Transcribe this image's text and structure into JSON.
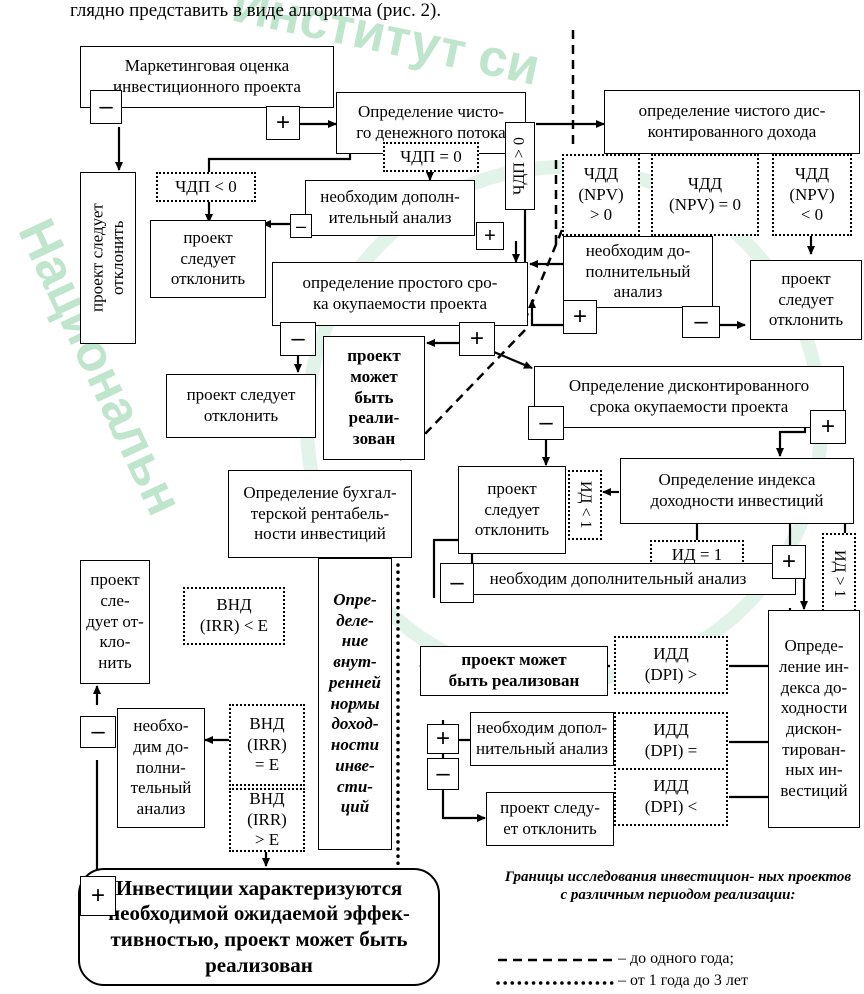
{
  "caption": "глядно представить в виде алгоритма (рис. 2).",
  "watermark": {
    "top": "Институт си",
    "left": "Национальн"
  },
  "signs": {
    "minus": "–",
    "plus": "+"
  },
  "boxes": {
    "marketing": "Маркетинговая оценка\nинвестиционного проекта",
    "net_cash_flow": "Определение чисто-\nго денежного потока",
    "npv_determination": "определение чистого дис-\nконтированного дохода",
    "reject_vertical": "проект следует отклонить",
    "reject": "проект\nследует\nотклонить",
    "reject_inline": "проект следует\nотклонить",
    "reject_inline2": "проект следу-\nет отклонить",
    "reject_narrow": "проект\nсле-\nдует от-\nкло-\nнить",
    "additional_analysis_1": "необходим дополн-\nительный анализ",
    "additional_analysis_2": "необходим до-\nполнительный\nанализ",
    "additional_analysis_3": "необходим дополнительный анализ",
    "additional_analysis_4": "необхо-\nдим до-\nполни-\nтельный\nанализ",
    "additional_analysis_5": "необходим допол-\nнительный анализ",
    "simple_payback": "определение простого сро-\nка окупаемости проекта",
    "can_implement_short": "проект\nможет\nбыть\nреали-\nзован",
    "can_implement": "проект может\nбыть реализован",
    "discounted_payback": "Определение дисконтированного\nсрока окупаемости проекта",
    "accounting_profitability": "Определение бухгал-\nтерской рентабель-\nности инвестиций",
    "profitability_index": "Определение индекса\nдоходности инвестиций",
    "irr_determination": "Опре-\nделе-\nние\nвнут-\nренней\nнормы\nдоход-\nности\nинве-\nсти-\nций",
    "discounted_pi": "Опреде-\nление ин-\nдекса до-\nходности\nдискон-\nтирован-\nных ин-\nвестиций",
    "final": "Инвестиции характеризуются\nнеобходимой ожидаемой эффек-\nтивностью, проект может быть\nреализован"
  },
  "labels": {
    "payback_gt_zero": "ЧДП > 0",
    "ncf_eq_zero": "ЧДП = 0",
    "ncf_lt_zero": "ЧДП < 0",
    "npv_gt_zero": "ЧДД\n(NPV)\n> 0",
    "npv_eq_zero": "ЧДД\n(NPV) = 0",
    "npv_lt_zero": "ЧДД\n(NPV)\n< 0",
    "pi_lt_one": "ИД < 1",
    "pi_eq_one": "ИД = 1",
    "pi_gt_one": "ИД > 1",
    "irr_lt_e": "ВНД\n(IRR) < E",
    "irr_eq_e": "ВНД\n(IRR)\n= E",
    "irr_gt_e": "ВНД\n(IRR)\n> E",
    "dpi_gt": "ИДД\n(DPI) >",
    "dpi_eq": "ИДД\n(DPI) =",
    "dpi_lt": "ИДД\n(DPI) <"
  },
  "legend": {
    "title": "Границы исследования инвестицион-\nных проектов с различным периодом\nреализации:",
    "item1": "– до одного года;",
    "item2": "– от 1 года до 3 лет"
  }
}
